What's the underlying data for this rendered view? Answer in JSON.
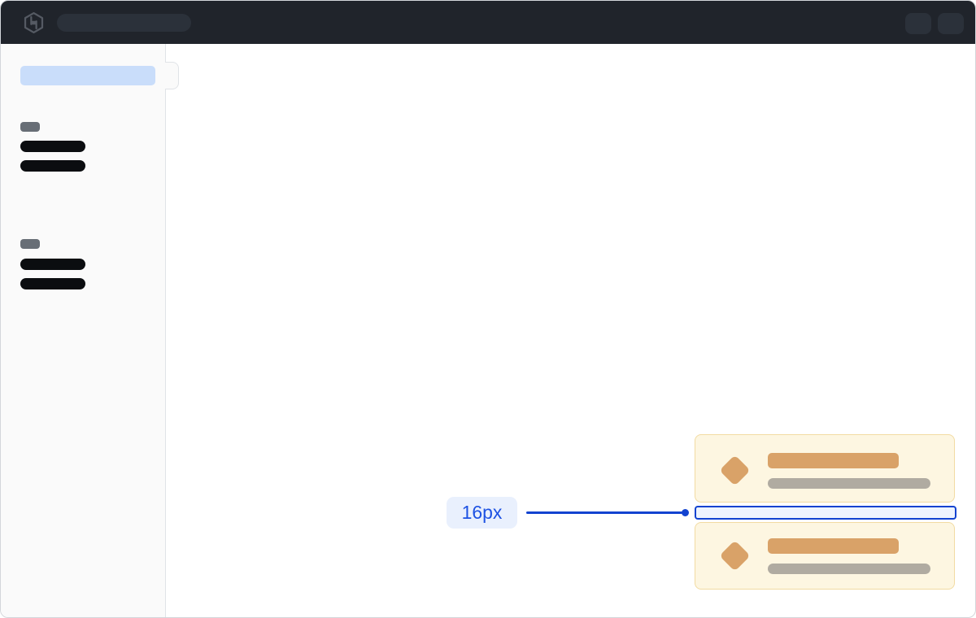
{
  "window": {
    "bg": "#ffffff",
    "border_color": "#d3d6da"
  },
  "topbar": {
    "bg": "#20242b",
    "skeleton_pill_color": "#2b313a",
    "logo_icon": "hashicorp-logo-icon",
    "logo_color": "#555a63",
    "search_skeleton": "search-pill-skeleton",
    "action_skeletons": [
      "topbar-action-skeleton-1",
      "topbar-action-skeleton-2"
    ]
  },
  "sidebar": {
    "bg": "#fafafa",
    "border_color": "#e0e3e7",
    "active_item_skeleton_color": "#c9ddfa",
    "section_label_skeleton_color": "#686e76",
    "item_skeleton_color": "#0b0d10",
    "toggle_notch": "sidebar-toggle",
    "sections": [
      {
        "label_skeleton": true,
        "item_skeletons": 2
      },
      {
        "label_skeleton": true,
        "item_skeletons": 2
      }
    ]
  },
  "cards": {
    "count": 2,
    "bg": "#fdf6e1",
    "border_color": "#f2dba2",
    "icon": "diamond-icon",
    "icon_color": "#d9a268",
    "title_skeleton_color": "#d9a268",
    "subtitle_skeleton_color": "#b0aba1"
  },
  "annotation": {
    "label": "16px",
    "label_bg": "#e9f0fd",
    "label_text_color": "#1d52e3",
    "accent_color": "#1243d0",
    "gap_fill": "#eef4fe"
  }
}
